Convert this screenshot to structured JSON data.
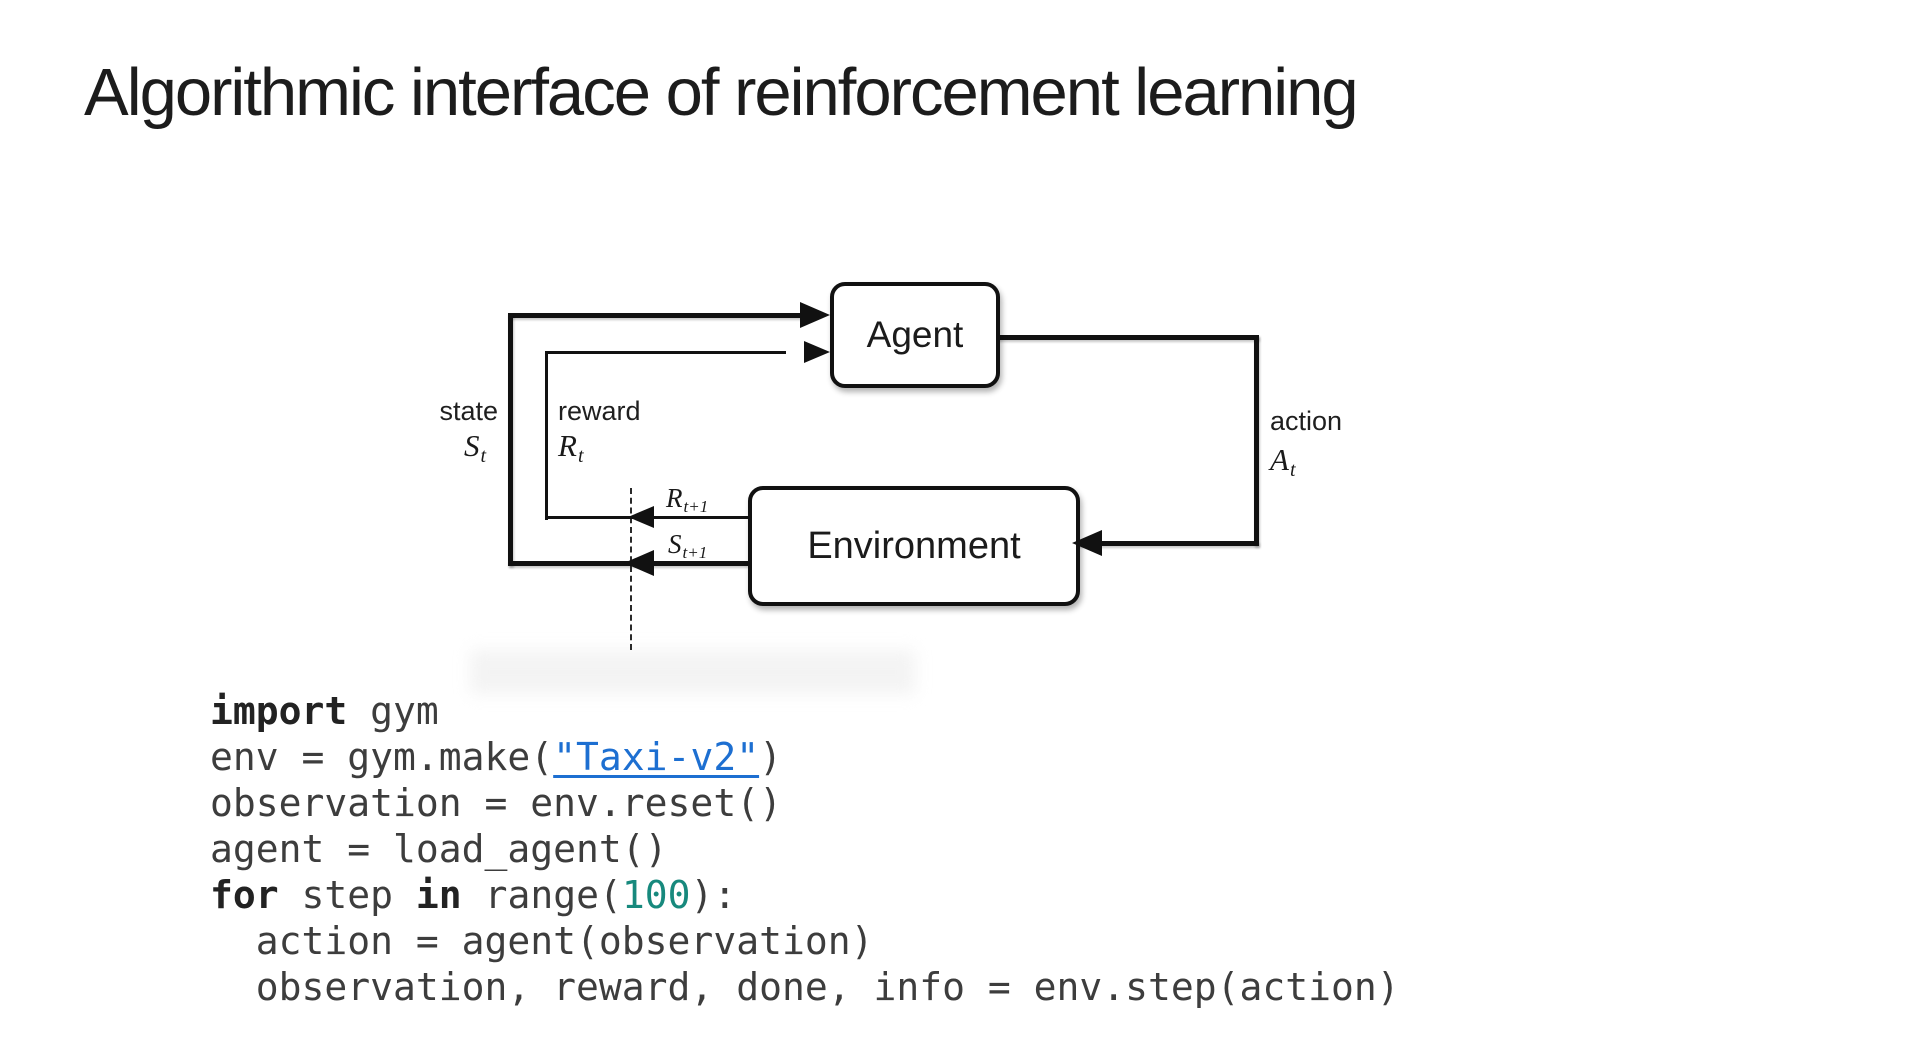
{
  "slide": {
    "title": "Algorithmic interface of reinforcement learning"
  },
  "diagram": {
    "agent": "Agent",
    "environment": "Environment",
    "state_word": "state",
    "reward_word": "reward",
    "action_word": "action",
    "state_sym": "S",
    "state_sub": "t",
    "reward_sym": "R",
    "reward_sub": "t",
    "action_sym": "A",
    "action_sub": "t",
    "next_reward_sym": "R",
    "next_reward_sub": "t+1",
    "next_state_sym": "S",
    "next_state_sub": "t+1"
  },
  "code": {
    "lines": [
      [
        {
          "t": "import",
          "s": "keyword"
        },
        {
          "t": " gym",
          "s": "plain"
        }
      ],
      [
        {
          "t": "env = gym.make(",
          "s": "plain"
        },
        {
          "t": "\"Taxi-v2\"",
          "s": "link"
        },
        {
          "t": ")",
          "s": "plain"
        }
      ],
      [
        {
          "t": "observation = env.reset()",
          "s": "plain"
        }
      ],
      [
        {
          "t": "agent = load_agent()",
          "s": "plain"
        }
      ],
      [
        {
          "t": "for",
          "s": "keyword"
        },
        {
          "t": " step ",
          "s": "plain"
        },
        {
          "t": "in",
          "s": "keyword"
        },
        {
          "t": " range(",
          "s": "plain"
        },
        {
          "t": "100",
          "s": "number"
        },
        {
          "t": "):",
          "s": "plain"
        }
      ],
      [
        {
          "t": "  action = agent(observation)",
          "s": "plain"
        }
      ],
      [
        {
          "t": "  observation, reward, done, info = env.step(action)",
          "s": "plain"
        }
      ]
    ]
  },
  "colors": {
    "stroke": "#111111",
    "link_blue": "#1d6fd1",
    "number_teal": "#17897d",
    "code_text": "#3d3d3d",
    "keyword_text": "#222222",
    "title_text": "#1c1c1c",
    "label_text": "#1f1f1f"
  }
}
